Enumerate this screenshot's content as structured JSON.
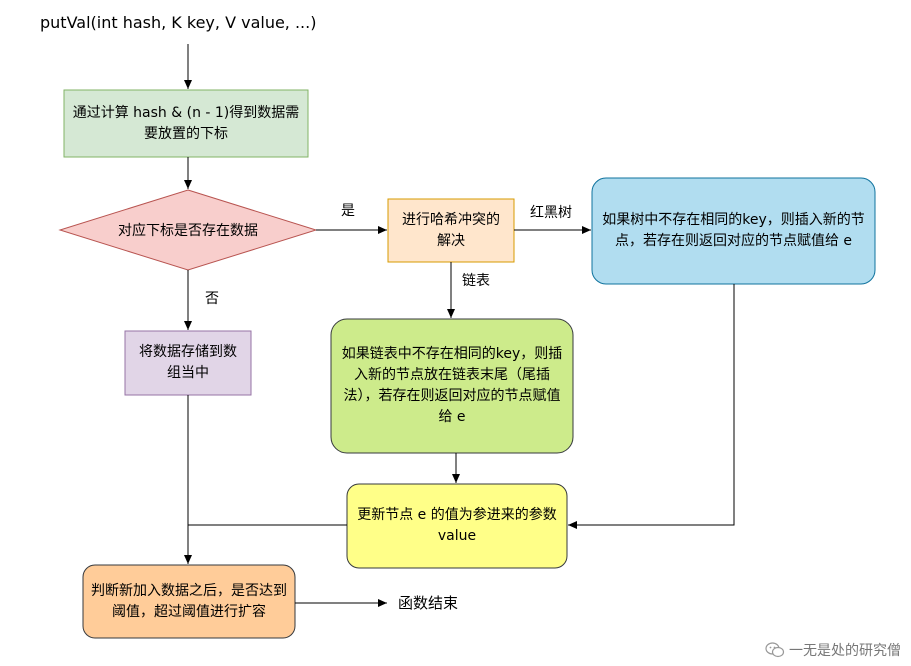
{
  "start": "putVal(int hash, K key, V value, ...)",
  "compute_index": "通过计算 hash & (n - 1)得到数据需要放置的下标",
  "decision": "对应下标是否存在数据",
  "yes_label": "是",
  "no_label": "否",
  "store_in_array": "将数据存储到数组当中",
  "resolve_collision": "进行哈希冲突的解决",
  "red_black_label": "红黑树",
  "linked_list_label": "链表",
  "tree_insert": "如果树中不存在相同的key，则插入新的节点，若存在则返回对应的节点赋值给 e",
  "list_insert": "如果链表中不存在相同的key，则插入新的节点放在链表末尾（尾插法），若存在则返回对应的节点赋值给 e",
  "update_value": "更新节点 e 的值为参进来的参数value",
  "check_threshold": "判断新加入数据之后，是否达到阈值，超过阈值进行扩容",
  "end": "函数结束",
  "watermark": "一无是处的研究僧",
  "colors": {
    "green_fill": "#d5e8d4",
    "green_stroke": "#82b366",
    "red_fill": "#f8cecc",
    "red_stroke": "#b85450",
    "purple_fill": "#e1d5e7",
    "purple_stroke": "#9673a6",
    "orange_fill": "#ffe6cc",
    "orange_stroke": "#d79b00",
    "blue_fill": "#b1ddf0",
    "blue_stroke": "#10739e",
    "lime_fill": "#cdeb8b",
    "lime_stroke": "#36393d",
    "yellow_fill": "#ffff88",
    "yellow_stroke": "#36393d",
    "deep_orange_fill": "#ffcc99",
    "deep_orange_stroke": "#36393d"
  }
}
